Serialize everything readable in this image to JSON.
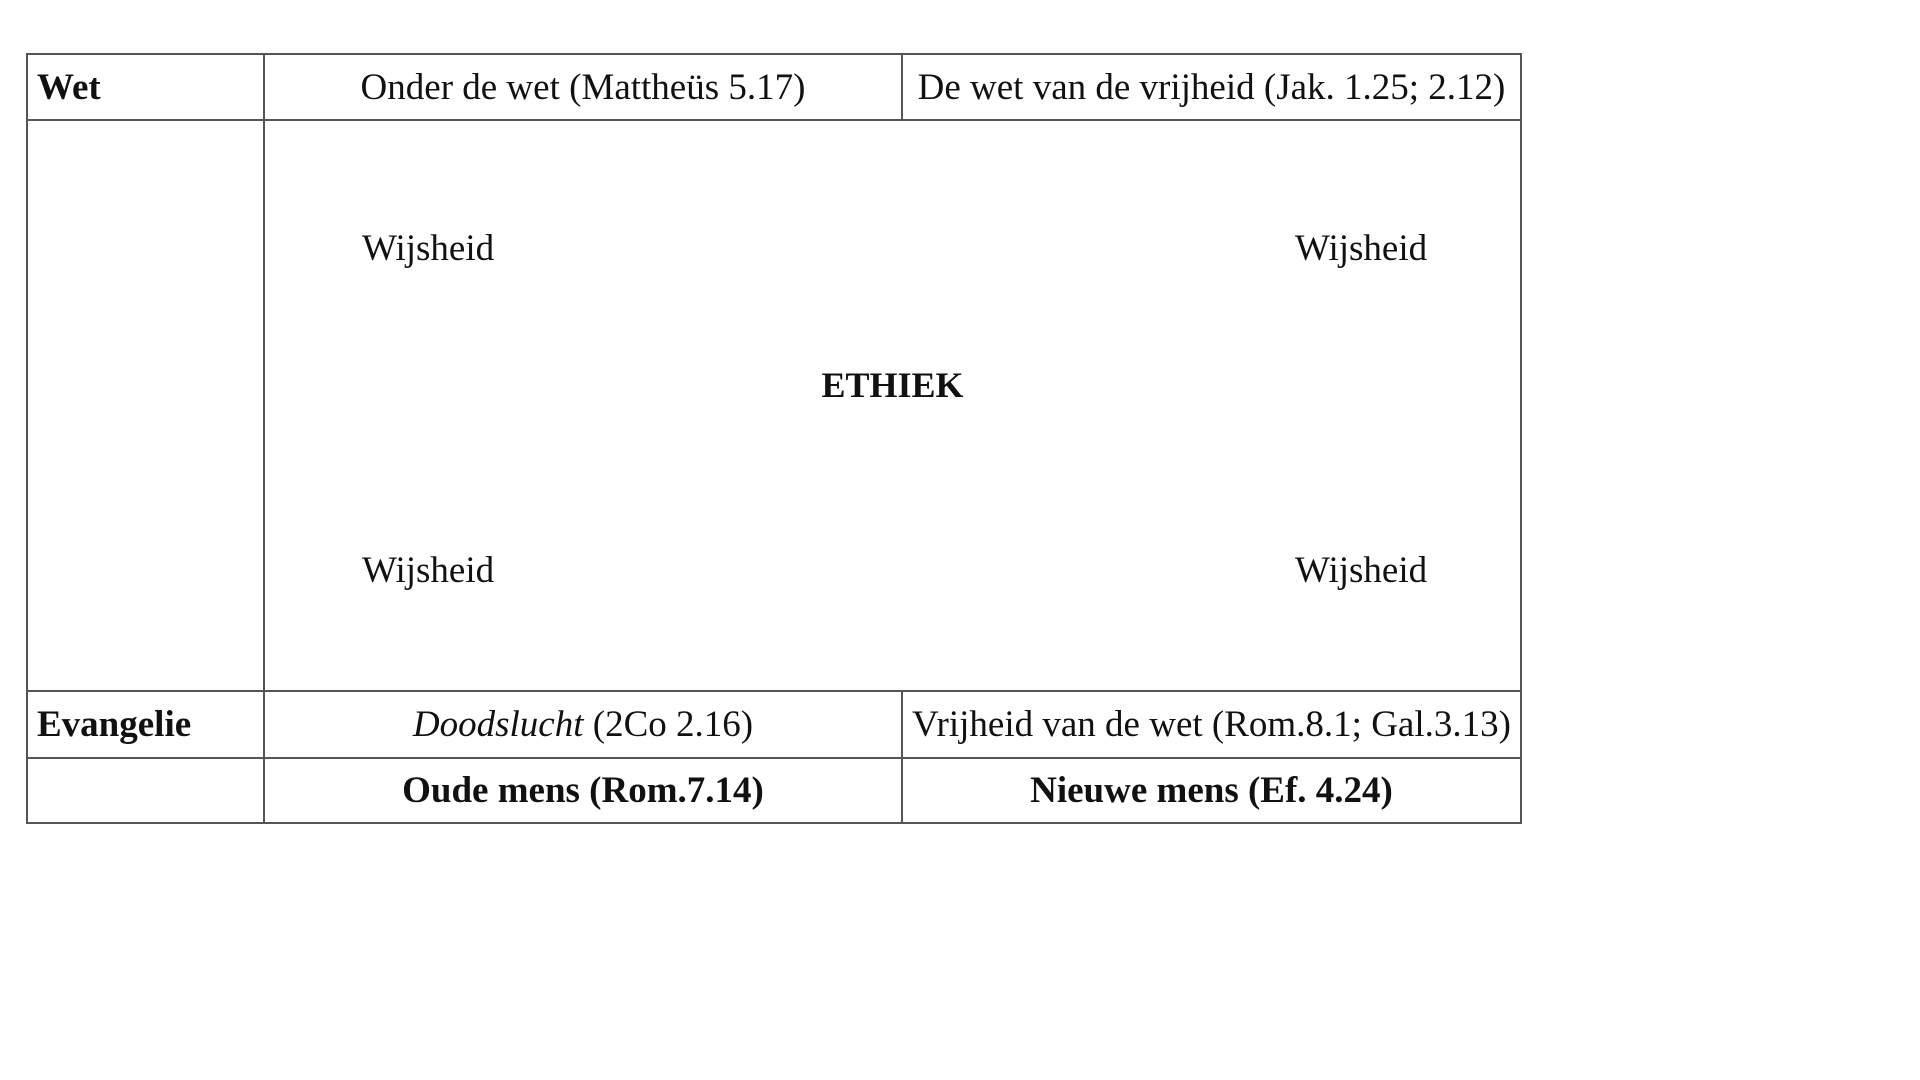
{
  "rows": {
    "wet": {
      "label": "Wet",
      "old": "Onder de wet (Mattheüs 5.17)",
      "new": "De wet van de vrijheid (Jak. 1.25; 2.12)"
    },
    "middle": {
      "wisdom_top_left": "Wijsheid",
      "wisdom_top_right": "Wijsheid",
      "center": "ETHIEK",
      "wisdom_bottom_left": "Wijsheid",
      "wisdom_bottom_right": "Wijsheid"
    },
    "evangelie": {
      "label": "Evangelie",
      "old_italic": "Doodslucht",
      "old_ref": " (2Co 2.16)",
      "new": "Vrijheid van de wet (Rom.8.1; Gal.3.13)"
    },
    "footer": {
      "label": "",
      "old": "Oude mens (Rom.7.14)",
      "new": "Nieuwe mens (Ef. 4.24)"
    }
  }
}
